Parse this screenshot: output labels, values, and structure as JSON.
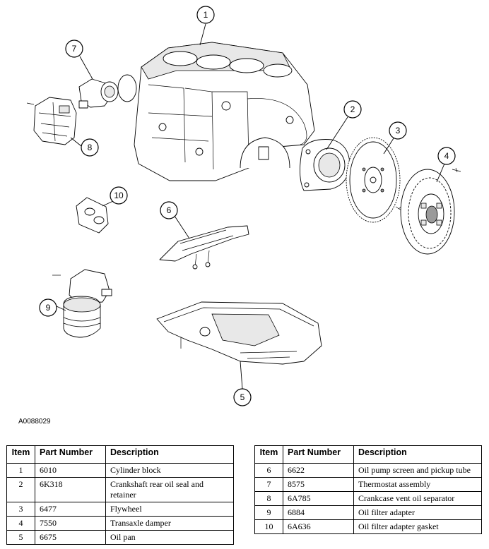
{
  "figure_code": "A0088029",
  "callouts": [
    "1",
    "2",
    "3",
    "4",
    "5",
    "6",
    "7",
    "8",
    "9",
    "10"
  ],
  "table_headers": {
    "item": "Item",
    "part_number": "Part Number",
    "description": "Description"
  },
  "parts_left": [
    {
      "item": "1",
      "part_number": "6010",
      "description": "Cylinder block"
    },
    {
      "item": "2",
      "part_number": "6K318",
      "description": "Crankshaft rear oil seal and retainer"
    },
    {
      "item": "3",
      "part_number": "6477",
      "description": "Flywheel"
    },
    {
      "item": "4",
      "part_number": "7550",
      "description": "Transaxle damper"
    },
    {
      "item": "5",
      "part_number": "6675",
      "description": "Oil pan"
    }
  ],
  "parts_right": [
    {
      "item": "6",
      "part_number": "6622",
      "description": "Oil pump screen and pickup tube"
    },
    {
      "item": "7",
      "part_number": "8575",
      "description": "Thermostat assembly"
    },
    {
      "item": "8",
      "part_number": "6A785",
      "description": "Crankcase vent oil separator"
    },
    {
      "item": "9",
      "part_number": "6884",
      "description": "Oil filter adapter"
    },
    {
      "item": "10",
      "part_number": "6A636",
      "description": "Oil filter adapter gasket"
    }
  ]
}
